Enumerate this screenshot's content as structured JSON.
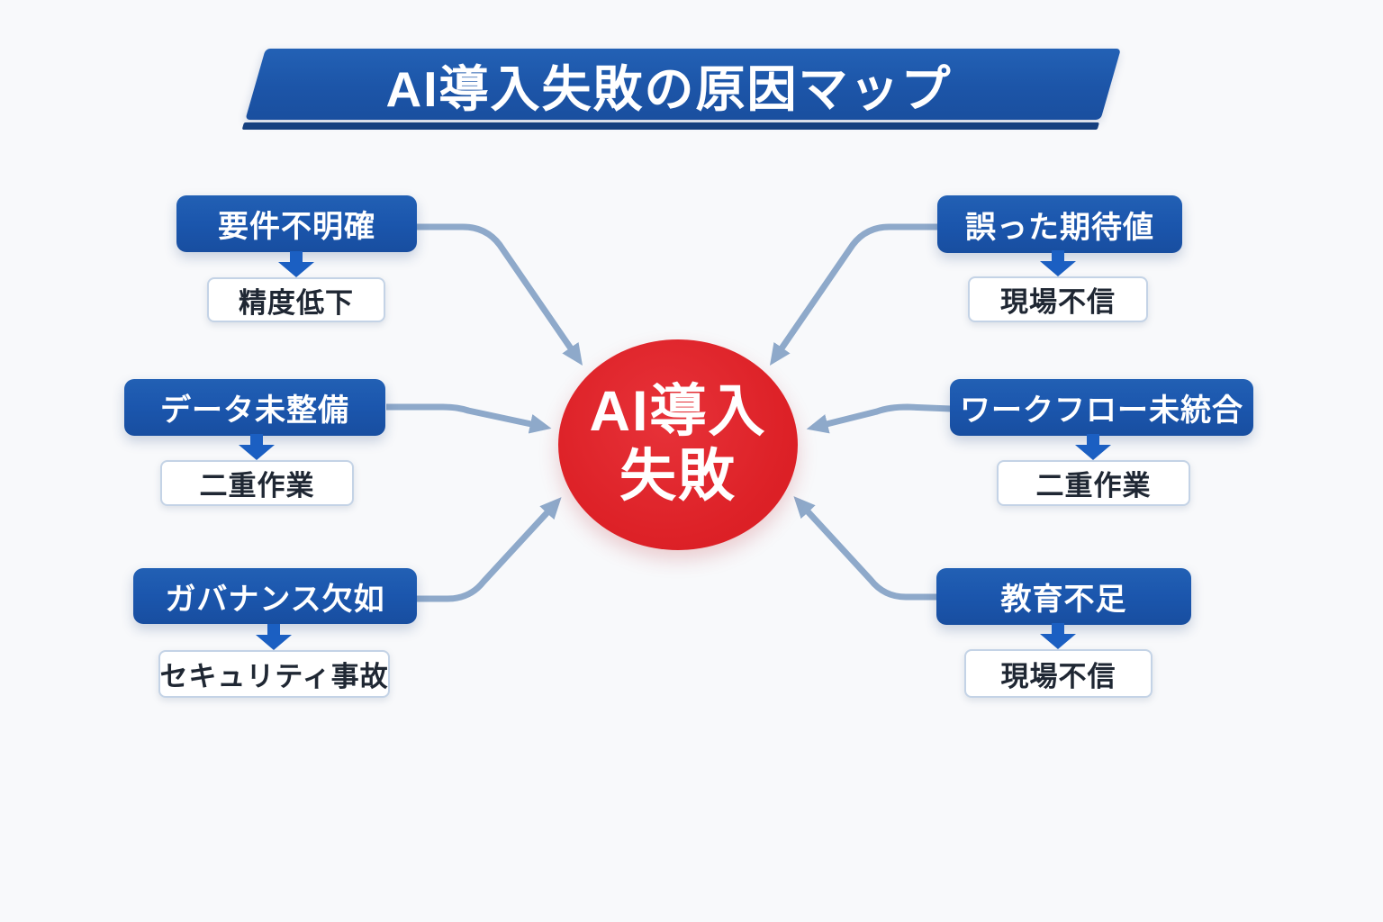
{
  "title": "AI導入失敗の原因マップ",
  "center": {
    "line1": "AI導入",
    "line2": "失敗"
  },
  "nodes": [
    {
      "position": "top-left",
      "cause": "要件不明確",
      "effect": "精度低下"
    },
    {
      "position": "middle-left",
      "cause": "データ未整備",
      "effect": "二重作業"
    },
    {
      "position": "bottom-left",
      "cause": "ガバナンス欠如",
      "effect": "セキュリティ事故"
    },
    {
      "position": "top-right",
      "cause": "誤った期待値",
      "effect": "現場不信"
    },
    {
      "position": "middle-right",
      "cause": "ワークフロー未統合",
      "effect": "二重作業"
    },
    {
      "position": "bottom-right",
      "cause": "教育不足",
      "effect": "現場不信"
    }
  ],
  "colors": {
    "cause_box_blue": "#1b56ad",
    "banner_blue": "#1c55a8",
    "banner_shadow_strip": "#16407f",
    "center_circle_red": "#dd2127",
    "down_connector_blue": "#1b5fc2",
    "flow_arrow_steel_blue": "#8ea9ca",
    "effect_box_border": "#c4d3e6",
    "effect_text": "#1f2733",
    "background": "#f8f9fb"
  }
}
